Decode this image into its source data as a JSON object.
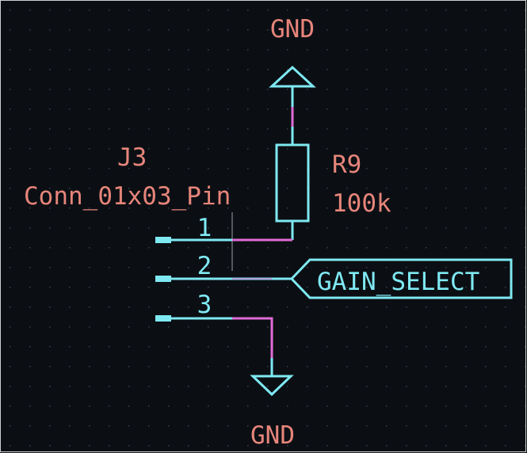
{
  "colors": {
    "background": "#0b0f14",
    "grid_dot": "#3a4048",
    "wire_cyan": "#7fe9f2",
    "wire_magenta": "#e06bd6",
    "text_salmon": "#e7857a",
    "border": "#cfcfcf"
  },
  "power_top": {
    "label": "GND",
    "symbol": "power-ground-up-icon"
  },
  "power_bottom": {
    "label": "GND",
    "symbol": "power-ground-down-icon"
  },
  "resistor": {
    "ref": "R9",
    "value": "100k"
  },
  "connector": {
    "ref": "J3",
    "value": "Conn_01x03_Pin",
    "pins": [
      "1",
      "2",
      "3"
    ]
  },
  "net_label": {
    "text": "GAIN_SELECT"
  }
}
